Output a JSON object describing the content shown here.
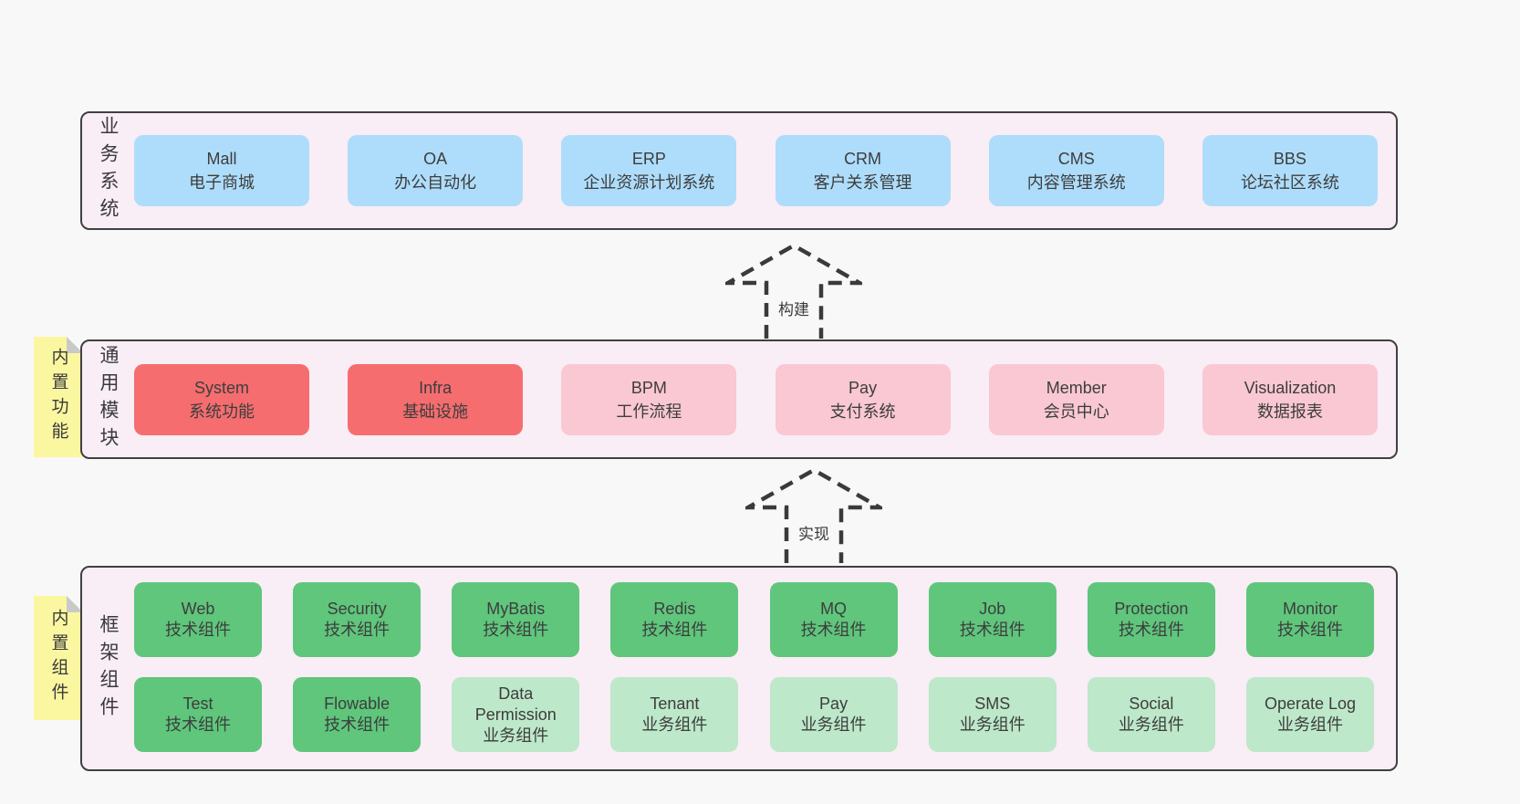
{
  "colors": {
    "page_bg": "#f8f8f8",
    "section_bg": "#f9edf6",
    "section_border": "#404040",
    "system_blue": "#aeddfb",
    "module_red": "#f56d6f",
    "module_pink": "#f9c8d2",
    "component_green": "#5fc67c",
    "component_light_green": "#bde8c9",
    "sticky_yellow": "#fbf7a0",
    "text": "#3d3d3d"
  },
  "arrows": {
    "build": "构建",
    "implement": "实现"
  },
  "business": {
    "label": "业务系统",
    "items": [
      {
        "title": "Mall",
        "subtitle": "电子商城"
      },
      {
        "title": "OA",
        "subtitle": "办公自动化"
      },
      {
        "title": "ERP",
        "subtitle": "企业资源计划系统"
      },
      {
        "title": "CRM",
        "subtitle": "客户关系管理"
      },
      {
        "title": "CMS",
        "subtitle": "内容管理系统"
      },
      {
        "title": "BBS",
        "subtitle": "论坛社区系统"
      }
    ]
  },
  "modules": {
    "sticky": "内置功能",
    "label": "通用模块",
    "items": [
      {
        "title": "System",
        "subtitle": "系统功能",
        "type": "red"
      },
      {
        "title": "Infra",
        "subtitle": "基础设施",
        "type": "red"
      },
      {
        "title": "BPM",
        "subtitle": "工作流程",
        "type": "pink"
      },
      {
        "title": "Pay",
        "subtitle": "支付系统",
        "type": "pink"
      },
      {
        "title": "Member",
        "subtitle": "会员中心",
        "type": "pink"
      },
      {
        "title": "Visualization",
        "subtitle": "数据报表",
        "type": "pink"
      }
    ]
  },
  "components": {
    "sticky": "内置组件",
    "label": "框架组件",
    "row1": [
      {
        "title": "Web",
        "subtitle": "技术组件",
        "type": "green"
      },
      {
        "title": "Security",
        "subtitle": "技术组件",
        "type": "green"
      },
      {
        "title": "MyBatis",
        "subtitle": "技术组件",
        "type": "green"
      },
      {
        "title": "Redis",
        "subtitle": "技术组件",
        "type": "green"
      },
      {
        "title": "MQ",
        "subtitle": "技术组件",
        "type": "green"
      },
      {
        "title": "Job",
        "subtitle": "技术组件",
        "type": "green"
      },
      {
        "title": "Protection",
        "subtitle": "技术组件",
        "type": "green"
      },
      {
        "title": "Monitor",
        "subtitle": "技术组件",
        "type": "green"
      }
    ],
    "row2": [
      {
        "title": "Test",
        "subtitle": "技术组件",
        "type": "green"
      },
      {
        "title": "Flowable",
        "subtitle": "技术组件",
        "type": "green"
      },
      {
        "title": "Data Permission",
        "subtitle": "业务组件",
        "type": "lightgreen"
      },
      {
        "title": "Tenant",
        "subtitle": "业务组件",
        "type": "lightgreen"
      },
      {
        "title": "Pay",
        "subtitle": "业务组件",
        "type": "lightgreen"
      },
      {
        "title": "SMS",
        "subtitle": "业务组件",
        "type": "lightgreen"
      },
      {
        "title": "Social",
        "subtitle": "业务组件",
        "type": "lightgreen"
      },
      {
        "title": "Operate Log",
        "subtitle": "业务组件",
        "type": "lightgreen"
      }
    ]
  }
}
